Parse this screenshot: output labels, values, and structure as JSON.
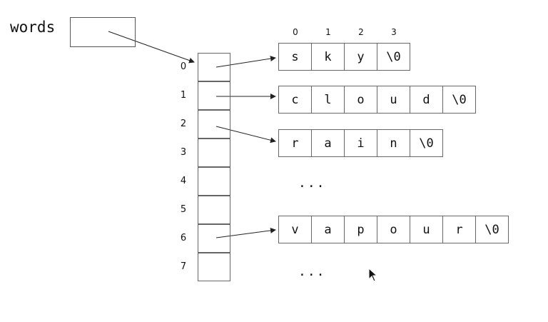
{
  "variable": {
    "name": "words"
  },
  "array_indices": [
    "0",
    "1",
    "2",
    "3",
    "4",
    "5",
    "6",
    "7"
  ],
  "column_indices": [
    "0",
    "1",
    "2",
    "3"
  ],
  "strings": [
    {
      "row": 0,
      "chars": [
        "s",
        "k",
        "y",
        "\\0"
      ]
    },
    {
      "row": 1,
      "chars": [
        "c",
        "l",
        "o",
        "u",
        "d",
        "\\0"
      ]
    },
    {
      "row": 2,
      "chars": [
        "r",
        "a",
        "i",
        "n",
        "\\0"
      ]
    },
    {
      "row": 6,
      "chars": [
        "v",
        "a",
        "p",
        "o",
        "u",
        "r",
        "\\0"
      ]
    }
  ],
  "ellipsis": "...",
  "icons": {
    "cursor": "mouse-pointer-icon"
  }
}
